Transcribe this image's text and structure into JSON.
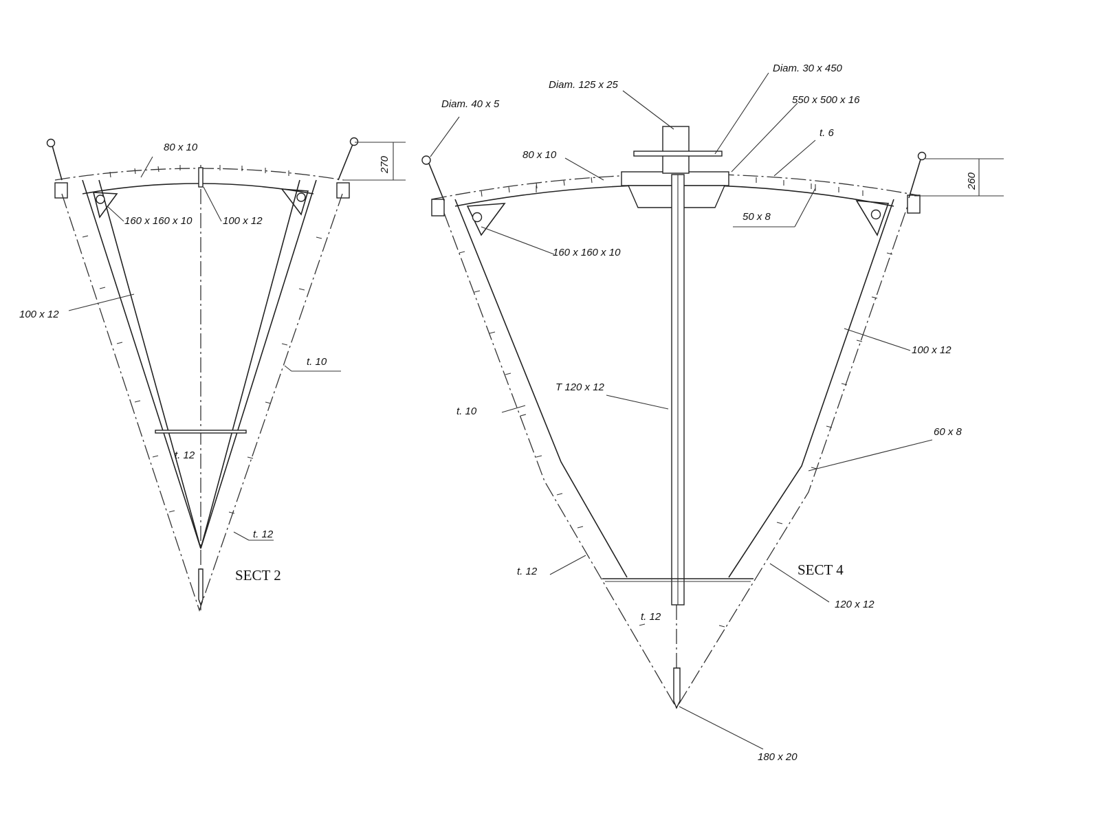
{
  "sect2": {
    "title": "SECT 2",
    "labels": {
      "deck_beam": "80 x 10",
      "dim_height": "270",
      "bracket": "160 x 160 x 10",
      "center_girder": "100 x 12",
      "frame": "100 x 12",
      "side_plate": "t. 10",
      "floor_plate": "t. 12",
      "bottom_plate": "t. 12"
    }
  },
  "sect4": {
    "title": "SECT 4",
    "labels": {
      "rail_stanchion": "Diam. 40 x 5",
      "mast_tube": "Diam. 125 x 25",
      "pin": "Diam. 30 x 450",
      "mast_plate": "550 x 500 x 16",
      "deck_plate": "t. 6",
      "deck_beam": "80 x 10",
      "dim_height": "260",
      "bracket": "160 x 160 x 10",
      "longitudinal": "50 x  8",
      "frame": "100 x 12",
      "tee_bar": "T 120 x 12",
      "side_plate": "t. 10",
      "stringer": "60 x 8",
      "bottom_plate": "t. 12",
      "floor": "120 x 12",
      "floor_plate": "t. 12",
      "keel_bar": "180 x 20"
    }
  }
}
